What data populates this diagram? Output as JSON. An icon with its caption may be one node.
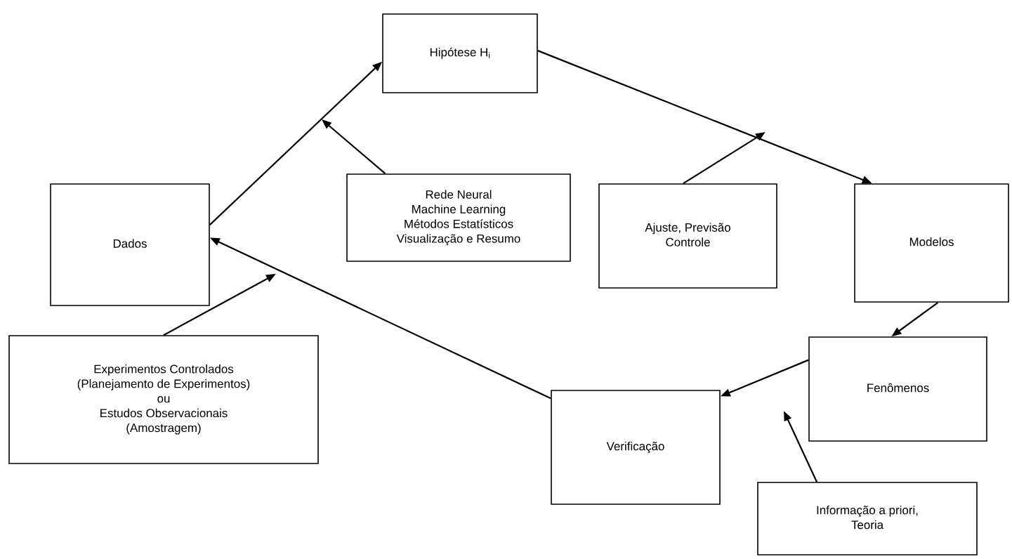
{
  "diagram": {
    "nodes": [
      {
        "text": [
          "Hipótese H$_{i}$"
        ]
      },
      {
        "text": [
          "Dados"
        ]
      },
      {
        "text": [
          "Rede Neural",
          "Machine Learning",
          "Métodos Estatísticos",
          "Visualização e Resumo"
        ]
      },
      {
        "text": [
          "Ajuste, Previsão",
          "Controle"
        ]
      },
      {
        "text": [
          "Modelos"
        ]
      },
      {
        "text": [
          "Experimentos Controlados",
          "(Planejamento de Experimentos)",
          "ou",
          "Estudos Observacionais",
          "(Amostragem)"
        ]
      },
      {
        "text": [
          "Fenômenos"
        ]
      },
      {
        "text": [
          "Verificação"
        ]
      },
      {
        "text": [
          "Informação a priori,",
          "Teoria"
        ]
      }
    ],
    "edges": [
      {
        "from": 1,
        "to": 0,
        "arrow": "to"
      },
      {
        "from": 0,
        "to": 4,
        "arrow": "to"
      },
      {
        "from": 4,
        "to": 6,
        "arrow": "to"
      },
      {
        "from": 6,
        "to": 7,
        "arrow": "to"
      },
      {
        "from": 7,
        "to": 1,
        "arrow": "to"
      },
      {
        "from": 2,
        "to": null,
        "arrow": "to"
      },
      {
        "from": 3,
        "to": null,
        "arrow": "to"
      },
      {
        "from": 5,
        "to": null,
        "arrow": "to"
      },
      {
        "from": 8,
        "to": null,
        "arrow": "to"
      }
    ]
  }
}
